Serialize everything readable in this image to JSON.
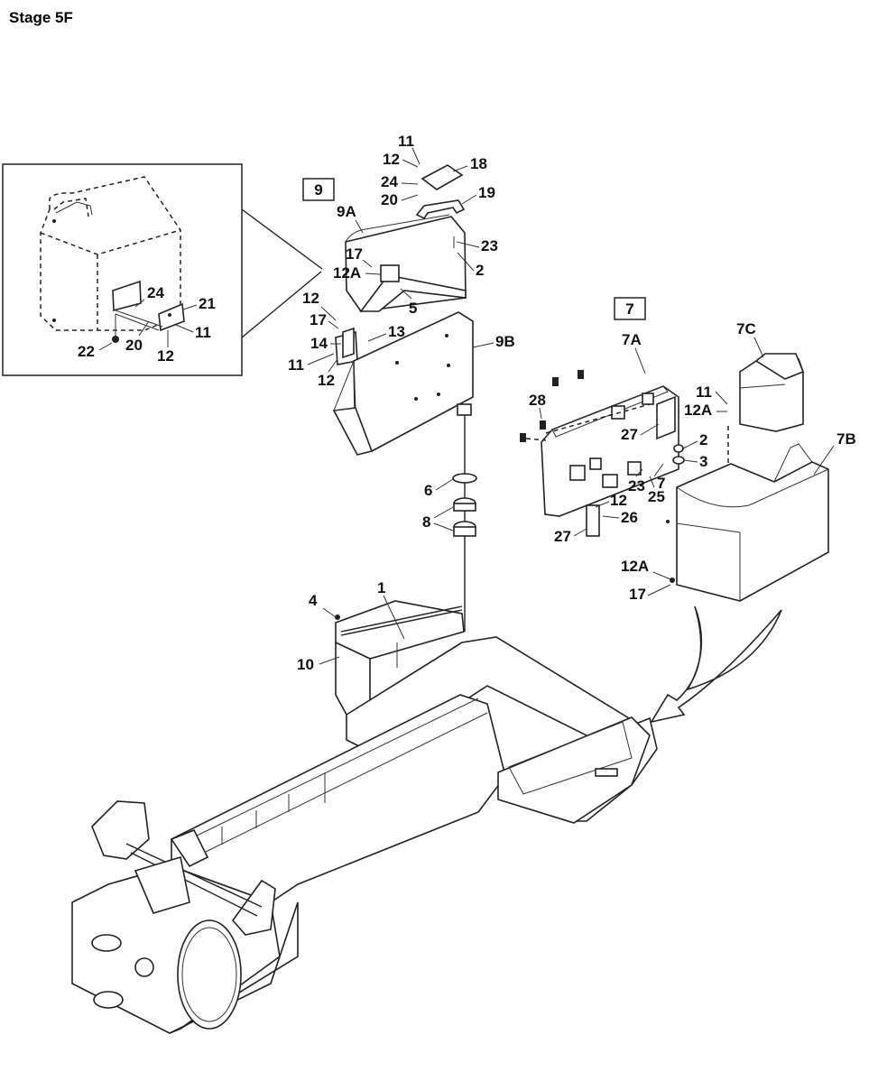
{
  "title": "Stage 5F",
  "groups": {
    "g9": "9",
    "g7": "7"
  },
  "callouts": {
    "c9_11": "11",
    "c9_12a": "12",
    "c9_18": "18",
    "c9_24": "24",
    "c9_20": "20",
    "c9_19": "19",
    "c9_9a": "9A",
    "c9_23": "23",
    "c9_17a": "17",
    "c9_2": "2",
    "c9_12A": "12A",
    "c9_12b": "12",
    "c9_5": "5",
    "c9_17b": "17",
    "c9_13": "13",
    "c9_14": "14",
    "c9_9b": "9B",
    "c9_11b": "11",
    "c9_12c": "12",
    "d_24": "24",
    "d_21": "21",
    "d_11": "11",
    "d_22": "22",
    "d_20": "20",
    "d_12": "12",
    "m_6": "6",
    "m_8": "8",
    "f_4": "4",
    "f_1": "1",
    "f_10": "10",
    "c7_7a": "7A",
    "c7_7c": "7C",
    "c7_28": "28",
    "c7_11": "11",
    "c7_12A": "12A",
    "c7_27a": "27",
    "c7_2": "2",
    "c7_7b": "7B",
    "c7_3": "3",
    "c7_23": "23",
    "c7_7": "7",
    "c7_25": "25",
    "c7_12": "12",
    "c7_26": "26",
    "c7_27b": "27",
    "c7_12Ab": "12A",
    "c7_17": "17"
  },
  "colors": {
    "line": "#222222",
    "text": "#111111",
    "background": "#ffffff"
  }
}
